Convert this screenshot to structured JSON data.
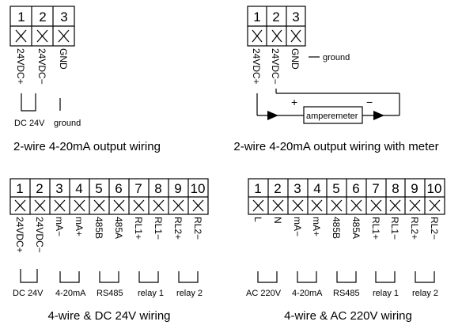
{
  "diagrams": {
    "tl": {
      "terminals": [
        {
          "num": "1",
          "label": "24VDC+"
        },
        {
          "num": "2",
          "label": "24VDC−"
        },
        {
          "num": "3",
          "label": "GND"
        }
      ],
      "annotations": [
        "DC 24V",
        "ground"
      ],
      "caption": "2-wire 4-20mA output wiring"
    },
    "tr": {
      "terminals": [
        {
          "num": "1",
          "label": "24VDC+"
        },
        {
          "num": "2",
          "label": "24VDC−"
        },
        {
          "num": "3",
          "label": "GND"
        }
      ],
      "annotations": [
        "ground",
        "amperemeter",
        "+",
        "−"
      ],
      "caption": "2-wire 4-20mA output wiring with meter"
    },
    "bl": {
      "terminals": [
        {
          "num": "1",
          "label": "24VDC+"
        },
        {
          "num": "2",
          "label": "24VDC−"
        },
        {
          "num": "3",
          "label": "mA−"
        },
        {
          "num": "4",
          "label": "mA+"
        },
        {
          "num": "5",
          "label": "485B"
        },
        {
          "num": "6",
          "label": "485A"
        },
        {
          "num": "7",
          "label": "RL1+"
        },
        {
          "num": "8",
          "label": "RL1−"
        },
        {
          "num": "9",
          "label": "RL2+"
        },
        {
          "num": "10",
          "label": "RL2−"
        }
      ],
      "groups": [
        "DC 24V",
        "4-20mA",
        "RS485",
        "relay 1",
        "relay 2"
      ],
      "caption": "4-wire & DC 24V wiring"
    },
    "br": {
      "terminals": [
        {
          "num": "1",
          "label": "L"
        },
        {
          "num": "2",
          "label": "N"
        },
        {
          "num": "3",
          "label": "mA−"
        },
        {
          "num": "4",
          "label": "mA+"
        },
        {
          "num": "5",
          "label": "485B"
        },
        {
          "num": "6",
          "label": "485A"
        },
        {
          "num": "7",
          "label": "RL1+"
        },
        {
          "num": "8",
          "label": "RL1−"
        },
        {
          "num": "9",
          "label": "RL2+"
        },
        {
          "num": "10",
          "label": "RL2−"
        }
      ],
      "groups": [
        "AC 220V",
        "4-20mA",
        "RS485",
        "relay 1",
        "relay 2"
      ],
      "caption": "4-wire & AC 220V wiring"
    }
  }
}
